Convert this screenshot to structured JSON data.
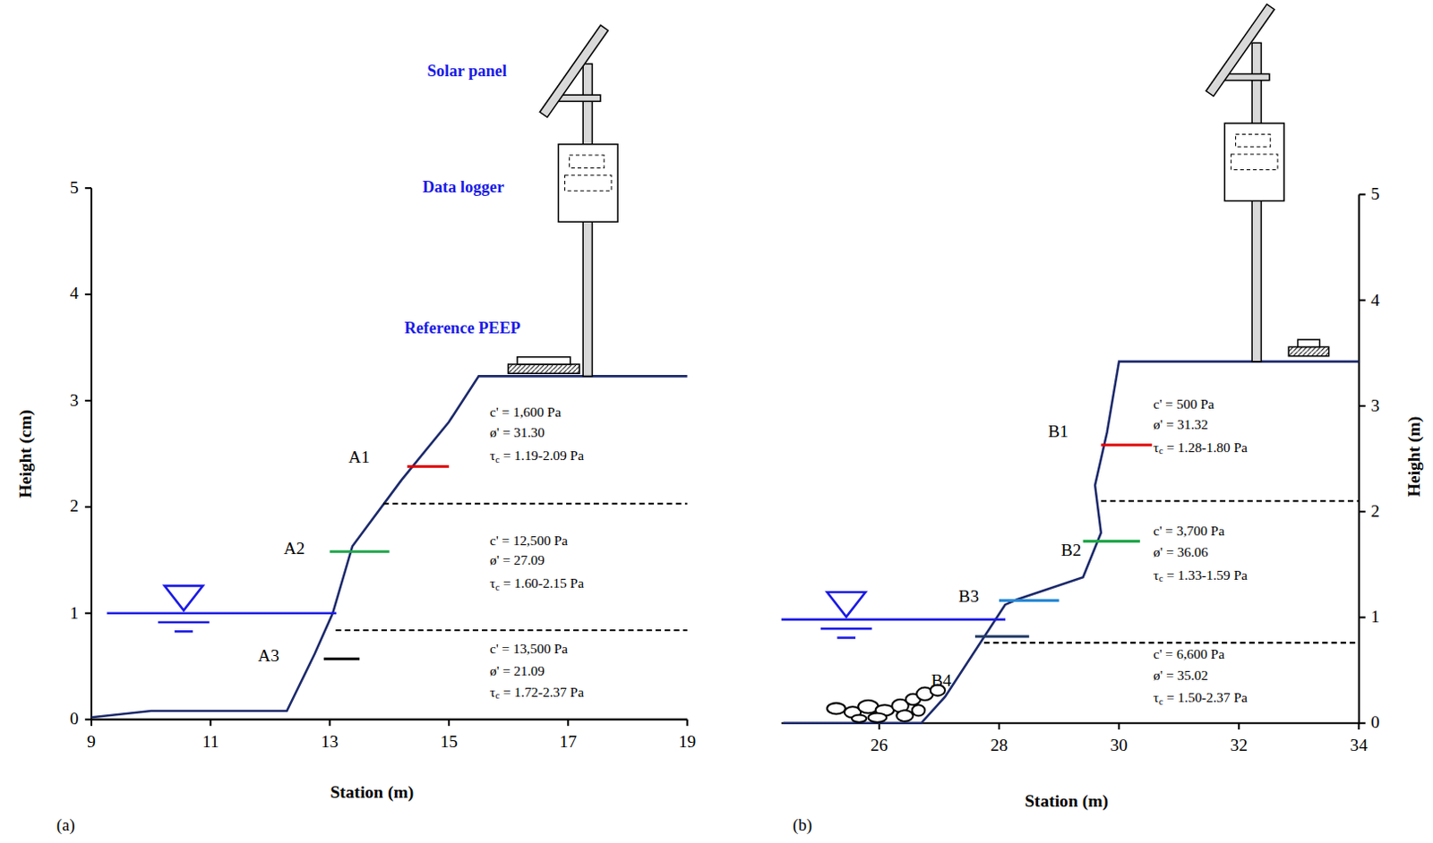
{
  "diagram": {
    "labels": [
      "Solar panel",
      "Data logger",
      "Reference PEEP",
      "0",
      "1",
      "2",
      "3",
      "4",
      "5",
      "9",
      "11",
      "13",
      "15",
      "17",
      "19",
      "Height (cm)",
      "Station (m)",
      "(a)",
      "A1",
      "A2",
      "A3",
      "c' = 1,600 Pa",
      "ø' = 31.30",
      "τc = 1.19-2.09 Pa",
      "c' =  12,500 Pa",
      "ø' =  27.09",
      "τc =  1.60-2.15 Pa",
      "c' = 13,500 Pa",
      "ø' = 21.09",
      "τc = 1.72-2.37 Pa",
      "B1",
      "B2",
      "B3",
      "B4",
      "c' = 500 Pa",
      "ø' = 31.32",
      "τc = 1.28-1.80 Pa",
      "c' = 3,700 Pa",
      "ø' =  36.06",
      "τc =  1.33-1.59 Pa",
      "c' = 6,600 Pa",
      "ø' = 35.02",
      "τc = 1.50-2.37 Pa",
      "26",
      "28",
      "30",
      "32",
      "34",
      "0",
      "1",
      "2",
      "3",
      "4",
      "5",
      "Height (m)",
      "Station (m)",
      "(b)"
    ]
  }
}
